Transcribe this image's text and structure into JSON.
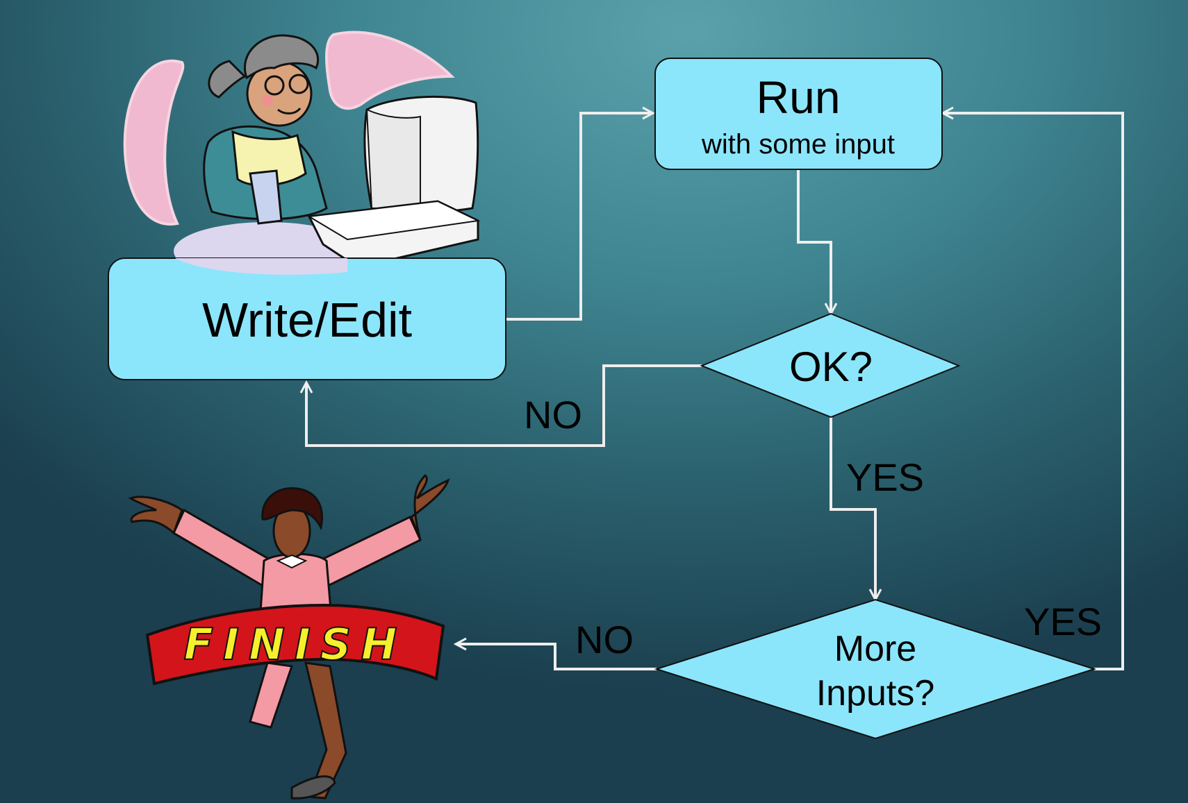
{
  "colors": {
    "node_fill": "#8ce6fb",
    "connector": "#eeeeee",
    "background": "#3f8591"
  },
  "nodes": {
    "run": {
      "title": "Run",
      "subtitle": "with some input"
    },
    "write_edit": {
      "label": "Write/Edit"
    },
    "ok": {
      "label": "OK?"
    },
    "more_inputs": {
      "line1": "More",
      "line2": "Inputs?"
    }
  },
  "edges": {
    "ok_no": "NO",
    "ok_yes": "YES",
    "more_no": "NO",
    "more_yes": "YES"
  },
  "illustrations": {
    "programmer": "programmer-at-computer-clipart",
    "finish": {
      "banner_text": "FINISH"
    }
  }
}
